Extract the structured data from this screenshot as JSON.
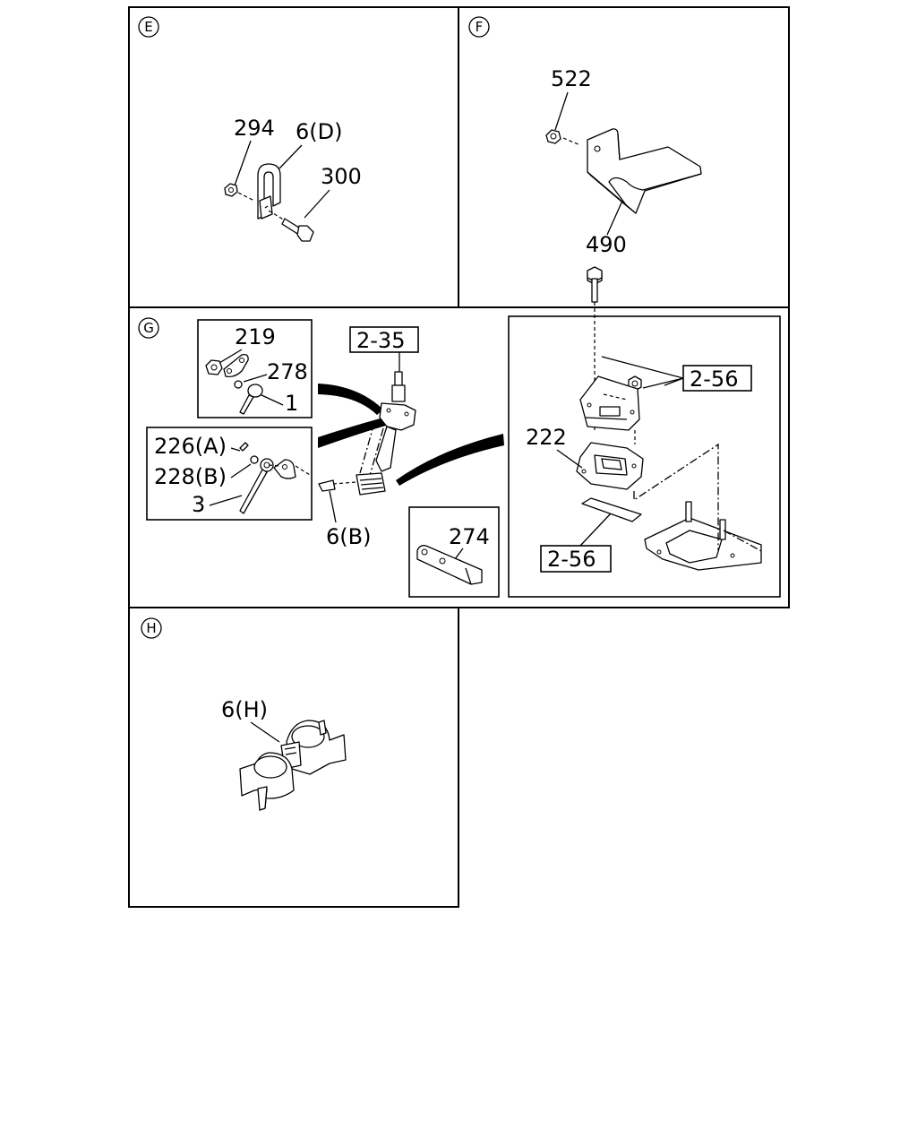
{
  "panels": {
    "E": {
      "marker": "E",
      "labels": {
        "nut": "294",
        "clip": "6(D)",
        "bolt": "300"
      }
    },
    "F": {
      "marker": "F",
      "labels": {
        "nut": "522",
        "bracket": "490"
      }
    },
    "G": {
      "marker": "G",
      "labels": {
        "ref_top": "2-35",
        "washer_nut": "219",
        "washer": "278",
        "rod_upper": "1",
        "cotter": "226(A)",
        "washer_b": "228(B)",
        "rod_lower": "3",
        "clip_b": "6(B)",
        "lever": "274",
        "ref_mount": "2-56",
        "mount": "222",
        "ref_pad": "2-56"
      }
    },
    "H": {
      "marker": "H",
      "labels": {
        "clip_h": "6(H)"
      }
    }
  }
}
